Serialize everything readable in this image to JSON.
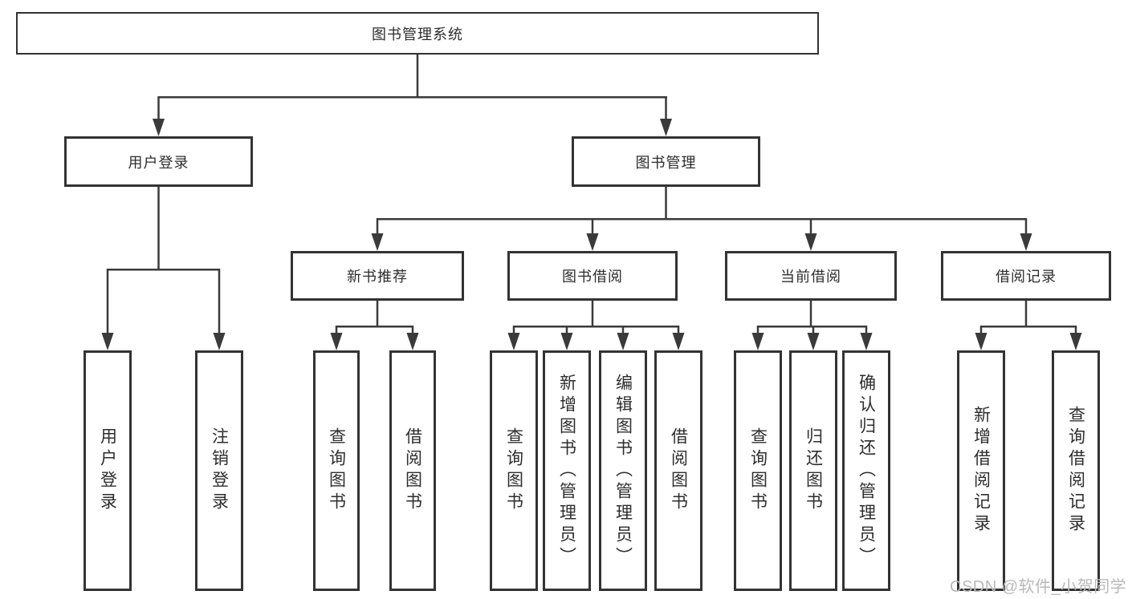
{
  "diagram": {
    "type": "tree",
    "tree": {
      "root": {
        "label": "图书管理系统",
        "children": [
          {
            "label": "用户登录",
            "children": [
              {
                "label": "用户登录"
              },
              {
                "label": "注销登录"
              }
            ]
          },
          {
            "label": "图书管理",
            "children": [
              {
                "label": "新书推荐",
                "children": [
                  {
                    "label": "查询图书"
                  },
                  {
                    "label": "借阅图书"
                  }
                ]
              },
              {
                "label": "图书借阅",
                "children": [
                  {
                    "label": "查询图书"
                  },
                  {
                    "label": "新增图书（管理员）"
                  },
                  {
                    "label": "编辑图书（管理员）"
                  },
                  {
                    "label": "借阅图书"
                  }
                ]
              },
              {
                "label": "当前借阅",
                "children": [
                  {
                    "label": "查询图书"
                  },
                  {
                    "label": "归还图书"
                  },
                  {
                    "label": "确认归还（管理员）"
                  }
                ]
              },
              {
                "label": "借阅记录",
                "children": [
                  {
                    "label": "新增借阅记录"
                  },
                  {
                    "label": "查询借阅记录"
                  }
                ]
              }
            ]
          }
        ]
      }
    },
    "watermark": {
      "text": "CSDN @软件_小贺同学"
    },
    "colors": {
      "line": "#3a3a3a",
      "box_border": "#333333",
      "text": "#2d2d2d",
      "watermark": "#b9b9b9",
      "background": "#ffffff"
    }
  }
}
